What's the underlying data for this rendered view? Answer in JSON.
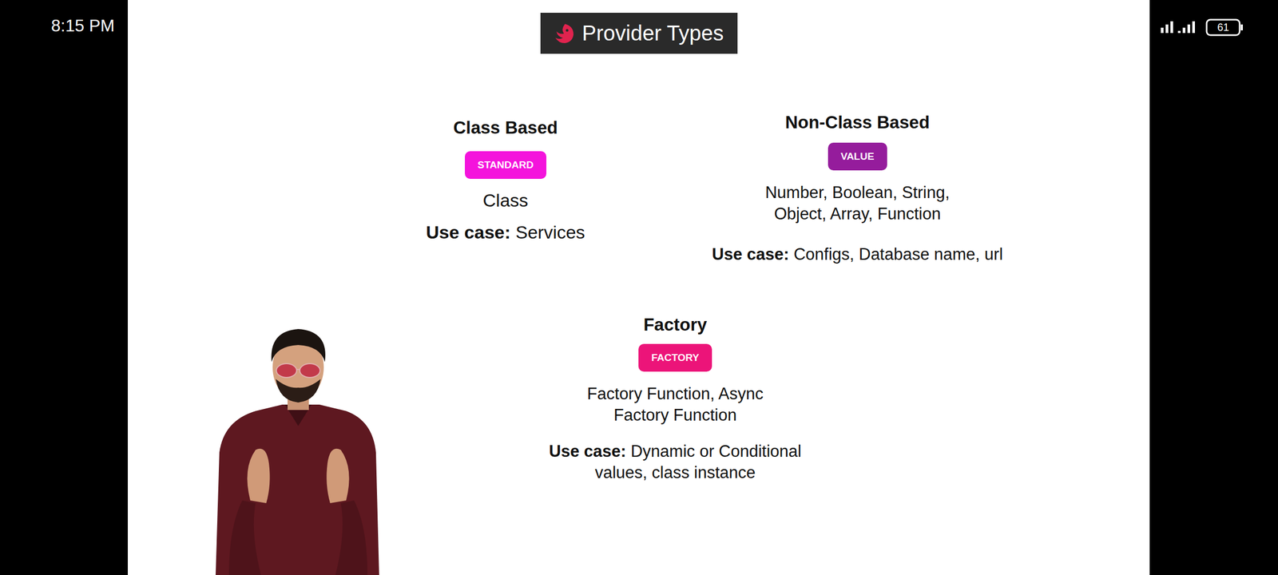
{
  "diagram": {
    "title": "Provider Types",
    "nodes": [
      {
        "text": [
          "Class Based",
          "STANDARD",
          "Class",
          "Use case:",
          "Services"
        ]
      },
      {
        "text": [
          "Non-Class Based",
          "VALUE",
          "Number, Boolean, String, Object, Array, Function",
          "Use case:",
          "Configs, Database name, url"
        ]
      },
      {
        "text": [
          "Factory",
          "FACTORY",
          "Factory Function, Async Factory Function",
          "Use case:",
          "Dynamic or Conditional values, class instance"
        ]
      }
    ],
    "labels": [
      "8:15 PM",
      "61"
    ]
  }
}
